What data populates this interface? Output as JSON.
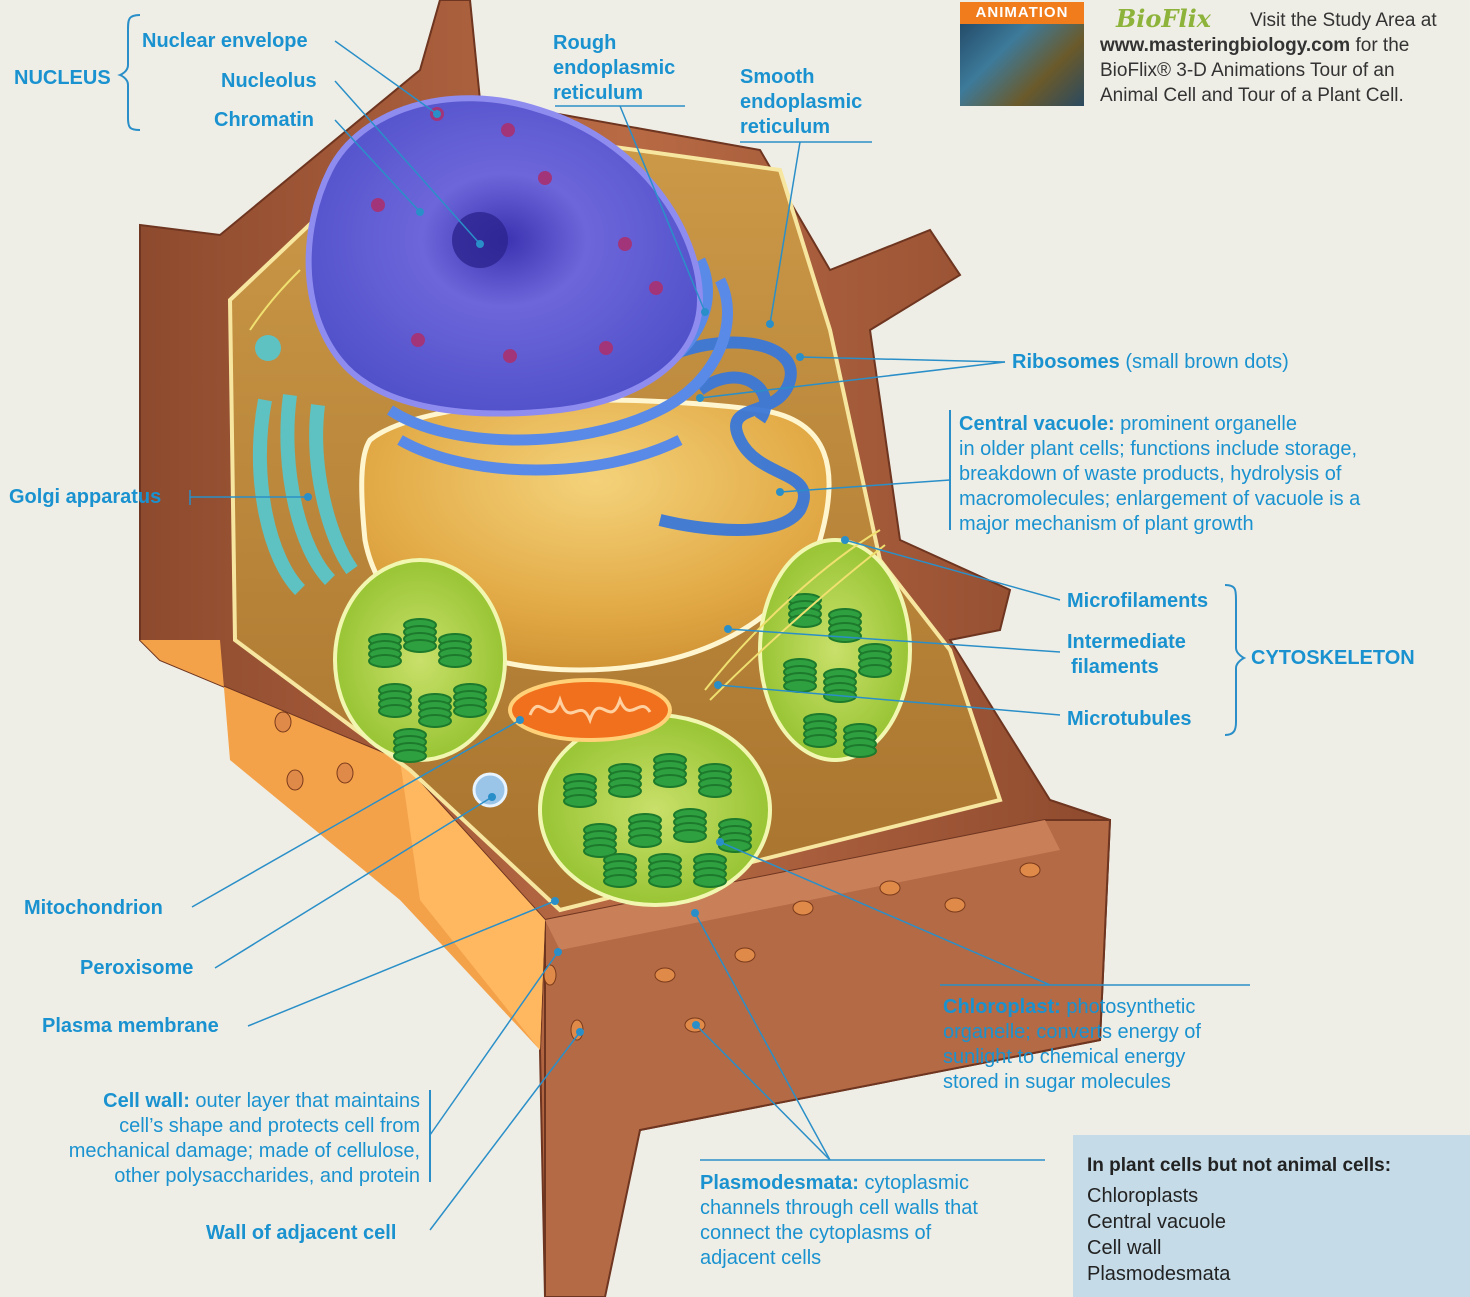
{
  "promo": {
    "tag": "ANIMATION",
    "logo": "BioFlix",
    "line1": "Visit the Study Area at",
    "url": "www.masteringbiology.com",
    "line2_rest": " for the",
    "line3": "BioFlix® 3-D Animations Tour of an",
    "line4": "Animal Cell and Tour of a Plant Cell."
  },
  "labels": {
    "nucleus_group": "NUCLEUS",
    "nuclear_envelope": "Nuclear envelope",
    "nucleolus": "Nucleolus",
    "chromatin": "Chromatin",
    "rough_er": [
      "Rough",
      "endoplasmic",
      "reticulum"
    ],
    "smooth_er": [
      "Smooth",
      "endoplasmic",
      "reticulum"
    ],
    "ribosomes": {
      "term": "Ribosomes",
      "desc": " (small brown dots)"
    },
    "central_vacuole": {
      "term": "Central vacuole:",
      "desc": [
        " prominent organelle",
        "in older plant cells; functions include storage,",
        "breakdown of waste products, hydrolysis of",
        "macromolecules; enlargement of vacuole is a",
        "major mechanism of plant growth"
      ]
    },
    "golgi": "Golgi apparatus",
    "microfilaments": "Microfilaments",
    "intermediate_filaments": [
      "Intermediate",
      "filaments"
    ],
    "microtubules": "Microtubules",
    "cytoskeleton_group": "CYTOSKELETON",
    "mitochondrion": "Mitochondrion",
    "peroxisome": "Peroxisome",
    "plasma_membrane": "Plasma membrane",
    "chloroplast": {
      "term": "Chloroplast:",
      "desc": [
        " photosynthetic",
        "organelle; converts energy of",
        "sunlight to chemical energy",
        "stored in sugar molecules"
      ]
    },
    "cell_wall": {
      "term": "Cell wall:",
      "desc": [
        " outer layer that maintains",
        "cell’s shape and protects cell from",
        "mechanical damage; made of cellulose,",
        "other polysaccharides, and protein"
      ]
    },
    "wall_adjacent": "Wall of adjacent cell",
    "plasmodesmata": {
      "term": "Plasmodesmata:",
      "desc": [
        " cytoplasmic",
        "channels through cell walls that",
        "connect the cytoplasms of",
        "adjacent cells"
      ]
    }
  },
  "summary": {
    "heading": "In plant cells but not animal cells:",
    "items": [
      "Chloroplasts",
      "Central vacuole",
      "Cell wall",
      "Plasmodesmata"
    ]
  },
  "colors": {
    "label": "#1a92d0",
    "leader": "#2a8fc8",
    "wall": "#a65a3a",
    "cytoplasm": "#d9a54a",
    "nucleus": "#6a5fd0",
    "er": "#4a7fd0",
    "vacuole": "#e0b050",
    "golgi": "#4fb0b0",
    "chloroplast": "#a8cf3a",
    "grana": "#2fa040",
    "mitochondrion": "#e05a2a"
  }
}
